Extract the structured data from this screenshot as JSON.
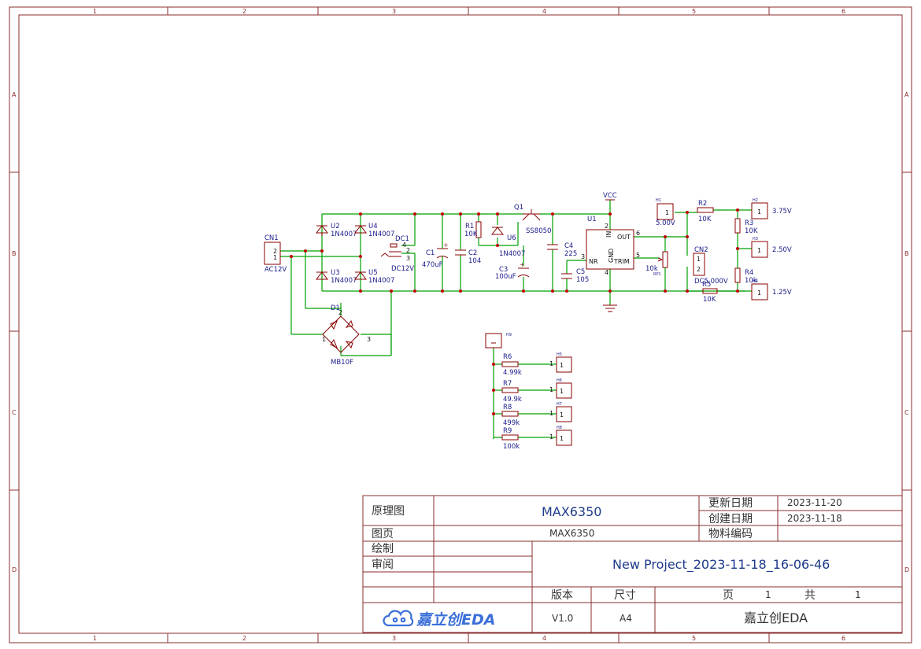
{
  "frame": {
    "col_labels": [
      "1",
      "2",
      "3",
      "4",
      "5",
      "6"
    ],
    "row_labels": [
      "A",
      "B",
      "C",
      "D"
    ]
  },
  "title_block": {
    "doc_type_label": "原理图",
    "doc_name": "MAX6350",
    "page_label": "图页",
    "page_name": "MAX6350",
    "draw_label": "绘制",
    "review_label": "审阅",
    "updated_label": "更新日期",
    "updated_date": "2023-11-20",
    "created_label": "创建日期",
    "created_date": "2023-11-18",
    "material_label": "物料编码",
    "project_name": "New Project_2023-11-18_16-06-46",
    "version_label": "版本",
    "version": "V1.0",
    "size_label": "尺寸",
    "size": "A4",
    "page_word": "页",
    "page_num": "1",
    "total_word": "共",
    "total_num": "1",
    "logo_text": "嘉立创EDA",
    "company": "嘉立创EDA"
  },
  "components": {
    "cn1": {
      "ref": "CN1",
      "value": "AC12V",
      "pins": [
        "2",
        "1"
      ]
    },
    "u2": {
      "ref": "U2",
      "value": "1N4007"
    },
    "u3": {
      "ref": "U3",
      "value": "1N4007"
    },
    "u4": {
      "ref": "U4",
      "value": "1N4007"
    },
    "u5": {
      "ref": "U5",
      "value": "1N4007"
    },
    "dc1": {
      "ref": "DC1",
      "value": "DC12V",
      "pins": [
        "4",
        "2",
        "3"
      ]
    },
    "d1": {
      "ref": "D1",
      "value": "MB10F",
      "pins": [
        "2",
        "1",
        "3"
      ]
    },
    "c1": {
      "ref": "C1",
      "value": "470uF"
    },
    "c2": {
      "ref": "C2",
      "value": "104"
    },
    "r1": {
      "ref": "R1",
      "value": "10K"
    },
    "u6": {
      "ref": "U6",
      "value": "1N4007"
    },
    "q1": {
      "ref": "Q1",
      "value": "SS8050"
    },
    "c3": {
      "ref": "C3",
      "value": "100uF"
    },
    "c4": {
      "ref": "C4",
      "value": "225"
    },
    "c5": {
      "ref": "C5",
      "value": "105"
    },
    "vcc": {
      "label": "VCC"
    },
    "u1": {
      "ref": "U1",
      "pin_in": "IN",
      "pin_out": "OUT",
      "pin_nr": "NR",
      "pin_trim": "TRIM",
      "pin_gnd": "GND",
      "pin_numbers": [
        "2",
        "6",
        "3",
        "5",
        "4"
      ]
    },
    "rp1": {
      "value": "10k",
      "ref": "RP1"
    },
    "h1": {
      "ref": "H1",
      "value": "5.00V",
      "pin": "1"
    },
    "r2": {
      "ref": "R2",
      "value": "10K"
    },
    "r3": {
      "ref": "R3",
      "value": "10K"
    },
    "r4": {
      "ref": "R4",
      "value": "10k"
    },
    "r5": {
      "ref": "R5",
      "value": "10K"
    },
    "cn2": {
      "ref": "CN2",
      "value": "DC5.000V",
      "pins": [
        "1",
        "2"
      ]
    },
    "h2": {
      "ref": "H2",
      "value": "3.75V",
      "pin": "1"
    },
    "h3": {
      "ref": "H3",
      "value": "2.50V",
      "pin": "1"
    },
    "h4": {
      "ref": "H4",
      "value": "1.25V",
      "pin": "1"
    },
    "h9": {
      "ref": "H9"
    },
    "r6": {
      "ref": "R6",
      "value": "4.99k"
    },
    "r7": {
      "ref": "R7",
      "value": "49.9k"
    },
    "r8": {
      "ref": "R8",
      "value": "499k"
    },
    "r9": {
      "ref": "R9",
      "value": "100k"
    },
    "h5": {
      "ref": "H5",
      "pin": "1"
    },
    "h6": {
      "ref": "H6",
      "pin": "1"
    },
    "h7": {
      "ref": "H7",
      "pin": "1"
    },
    "h8": {
      "ref": "H8",
      "pin": "1"
    }
  },
  "colors": {
    "frame": "#8a2c2c",
    "wire": "#00a000",
    "component": "#8a0000",
    "junction": "#c00000",
    "text": "#1a1a8a",
    "logo": "#3b6fd8"
  }
}
